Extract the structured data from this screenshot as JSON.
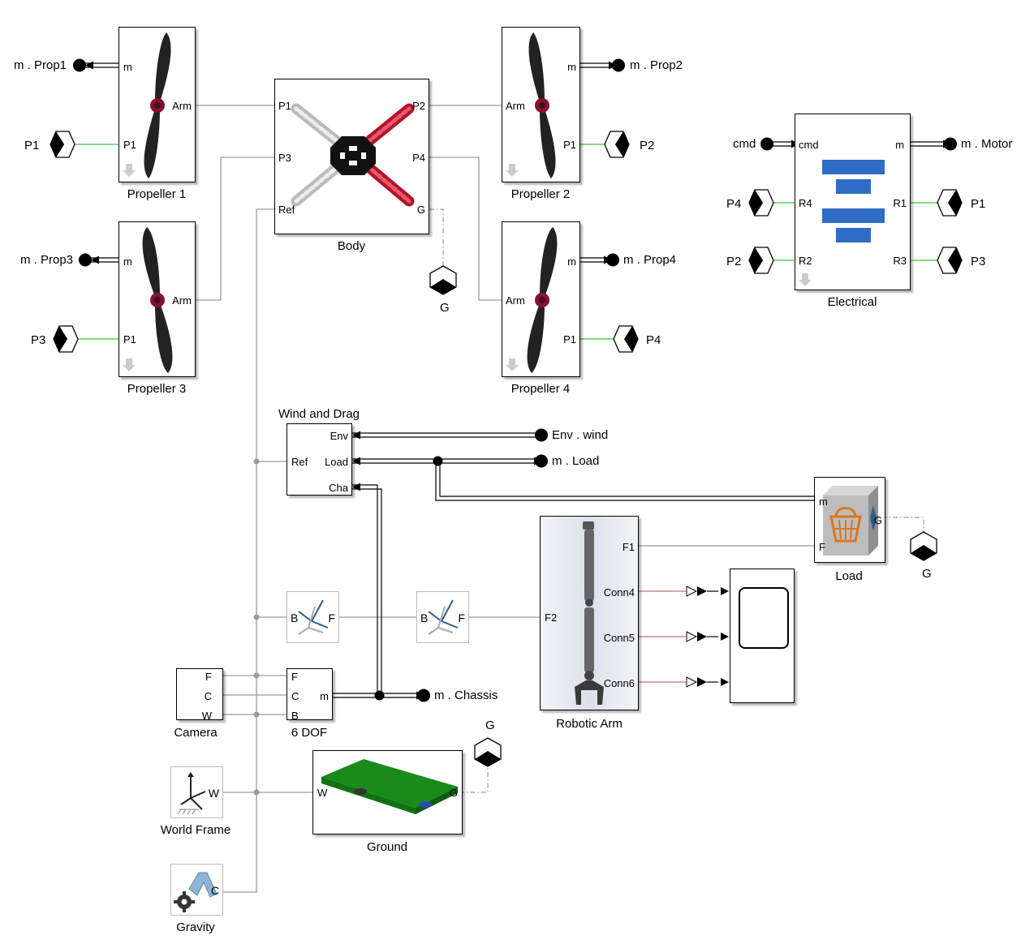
{
  "colors": {
    "wire": "#9a9a9a",
    "green": "#3ec43e",
    "red": "#c07070",
    "accent_blue": "#2f6cc5",
    "frame_red": "#b3122a"
  },
  "blocks": {
    "propeller1": {
      "caption": "Propeller 1",
      "ports": {
        "m": "m",
        "arm": "Arm",
        "p1": "P1"
      }
    },
    "propeller2": {
      "caption": "Propeller 2",
      "ports": {
        "m": "m",
        "arm": "Arm",
        "p1": "P1"
      }
    },
    "propeller3": {
      "caption": "Propeller 3",
      "ports": {
        "m": "m",
        "arm": "Arm",
        "p1": "P1"
      }
    },
    "propeller4": {
      "caption": "Propeller 4",
      "ports": {
        "m": "m",
        "arm": "Arm",
        "p1": "P1"
      }
    },
    "body": {
      "caption": "Body",
      "ports": {
        "p1": "P1",
        "p2": "P2",
        "p3": "P3",
        "p4": "P4",
        "ref": "Ref",
        "g": "G"
      }
    },
    "electrical": {
      "caption": "Electrical",
      "ports": {
        "cmd": "cmd",
        "m": "m",
        "r1": "R1",
        "r2": "R2",
        "r3": "R3",
        "r4": "R4"
      }
    },
    "wind_drag": {
      "caption": "Wind and Drag",
      "ports": {
        "env": "Env",
        "ref": "Ref",
        "load": "Load",
        "cha": "Cha"
      }
    },
    "load": {
      "caption": "Load",
      "ports": {
        "m": "m",
        "f": "F",
        "g": "G"
      }
    },
    "robotic_arm": {
      "caption": "Robotic Arm",
      "ports": {
        "f1": "F1",
        "f2": "F2",
        "conn4": "Conn4",
        "conn5": "Conn5",
        "conn6": "Conn6"
      }
    },
    "transform1": {
      "ports": {
        "b": "B",
        "f": "F"
      }
    },
    "transform2": {
      "ports": {
        "b": "B",
        "f": "F"
      }
    },
    "camera": {
      "caption": "Camera",
      "ports": {
        "f": "F",
        "c": "C",
        "w": "W"
      }
    },
    "six_dof": {
      "caption": "6 DOF",
      "ports": {
        "f": "F",
        "c": "C",
        "b": "B",
        "m": "m"
      }
    },
    "world_frame": {
      "caption": "World Frame",
      "ports": {
        "w": "W"
      }
    },
    "ground": {
      "caption": "Ground",
      "ports": {
        "w": "W",
        "g": "G"
      }
    },
    "gravity": {
      "caption": "Gravity",
      "ports": {
        "c": "C"
      }
    }
  },
  "signals": {
    "m_prop1": "m . Prop1",
    "m_prop2": "m . Prop2",
    "m_prop3": "m . Prop3",
    "m_prop4": "m . Prop4",
    "m_motor": "m . Motor",
    "cmd": "cmd",
    "env_wind": "Env . wind",
    "m_load": "m . Load",
    "m_chassis": "m . Chassis"
  },
  "connections": {
    "p1": "P1",
    "p2": "P2",
    "p3": "P3",
    "p4": "P4",
    "g": "G"
  }
}
